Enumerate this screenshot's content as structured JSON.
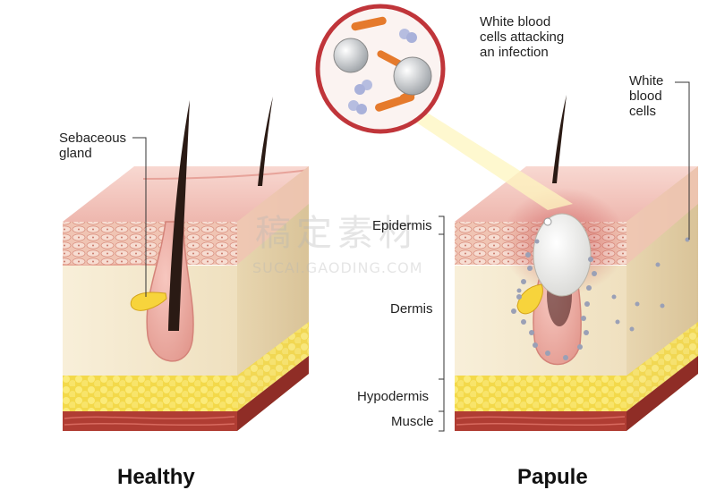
{
  "panels": {
    "left_title": "Healthy",
    "right_title": "Papule"
  },
  "labels": {
    "sebaceous_gland": "Sebaceous\ngland",
    "wbc_attacking": "White blood\ncells attacking\nan infection",
    "wbc": "White\nblood\ncells",
    "epidermis": "Epidermis",
    "dermis": "Dermis",
    "hypodermis": "Hypodermis",
    "muscle": "Muscle"
  },
  "watermark": {
    "cn": "稿定素材",
    "en": "SUCAI.GAODING.COM"
  },
  "colors": {
    "skin_top": "#f4c9c1",
    "epidermis": "#efc3b5",
    "dermis": "#f7edd6",
    "fat": "#f6e35a",
    "muscle": "#b03d33",
    "hair": "#2a1a14",
    "wbc": "#9aa0b6",
    "pustule": "#ffffff",
    "highlight_border": "#c0353a",
    "light_beam": "#fdf6bf"
  }
}
